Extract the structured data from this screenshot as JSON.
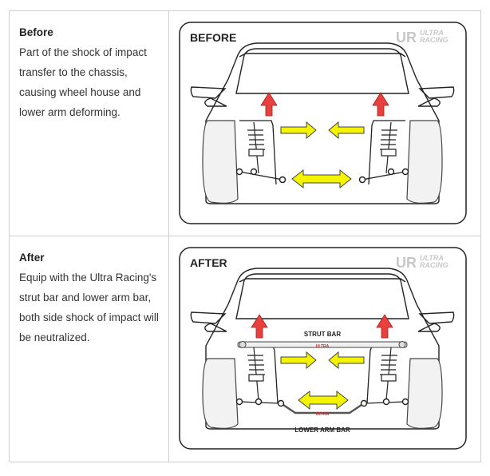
{
  "rows": [
    {
      "heading": "Before",
      "description": "Part of the shock of impact transfer to the chassis, causing wheel house and lower arm deforming.",
      "panel_label": "BEFORE",
      "logo": {
        "mark": "UR",
        "line1": "ULTRA",
        "line2": "RACING"
      }
    },
    {
      "heading": "After",
      "description": "Equip with the Ultra Racing's strut bar and lower arm bar, both side shock of impact will be neutralized.",
      "panel_label": "AFTER",
      "logo": {
        "mark": "UR",
        "line1": "ULTRA",
        "line2": "RACING"
      },
      "strut_bar_label": "STRUT BAR",
      "lower_arm_bar_label": "LOWER ARM BAR",
      "bar_brand": "ULTRA"
    }
  ],
  "colors": {
    "arrow_red": "#e8413d",
    "arrow_yellow": "#f4f400",
    "arrow_outline": "#444444",
    "line": "#222222"
  }
}
